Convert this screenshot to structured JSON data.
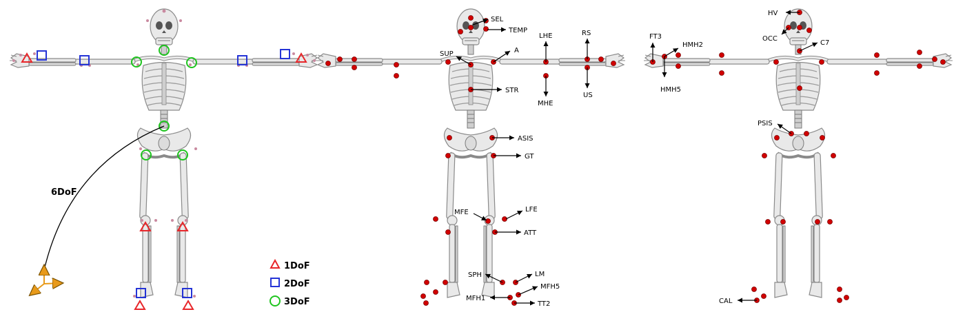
{
  "panel_left": {
    "dof6_label": "6DoF",
    "legend": [
      {
        "label": "1DoF",
        "color": "#e8262a",
        "shape": "triangle"
      },
      {
        "label": "2DoF",
        "color": "#2433d6",
        "shape": "square"
      },
      {
        "label": "3DoF",
        "color": "#1ec41e",
        "shape": "circle"
      }
    ],
    "axis_color": "#e89a1a"
  },
  "panel_middle": {
    "labels": {
      "sel": "SEL",
      "temp": "TEMP",
      "sup": "SUP",
      "a": "A",
      "lhe": "LHE",
      "rs": "RS",
      "str": "STR",
      "mhe": "MHE",
      "us": "US",
      "asis": "ASIS",
      "gt": "GT",
      "mfe": "MFE",
      "lfe": "LFE",
      "att": "ATT",
      "sph": "SPH",
      "lm": "LM",
      "mfh5": "MFH5",
      "mfh1": "MFH1",
      "tt2": "TT2"
    }
  },
  "panel_right": {
    "labels": {
      "hv": "HV",
      "ft3": "FT3",
      "hmh2": "HMH2",
      "occ": "OCC",
      "c7": "C7",
      "hmh5": "HMH5",
      "psis": "PSIS",
      "cal": "CAL"
    }
  },
  "colors": {
    "marker": "#d10000",
    "bone": "#e9e9e9"
  }
}
